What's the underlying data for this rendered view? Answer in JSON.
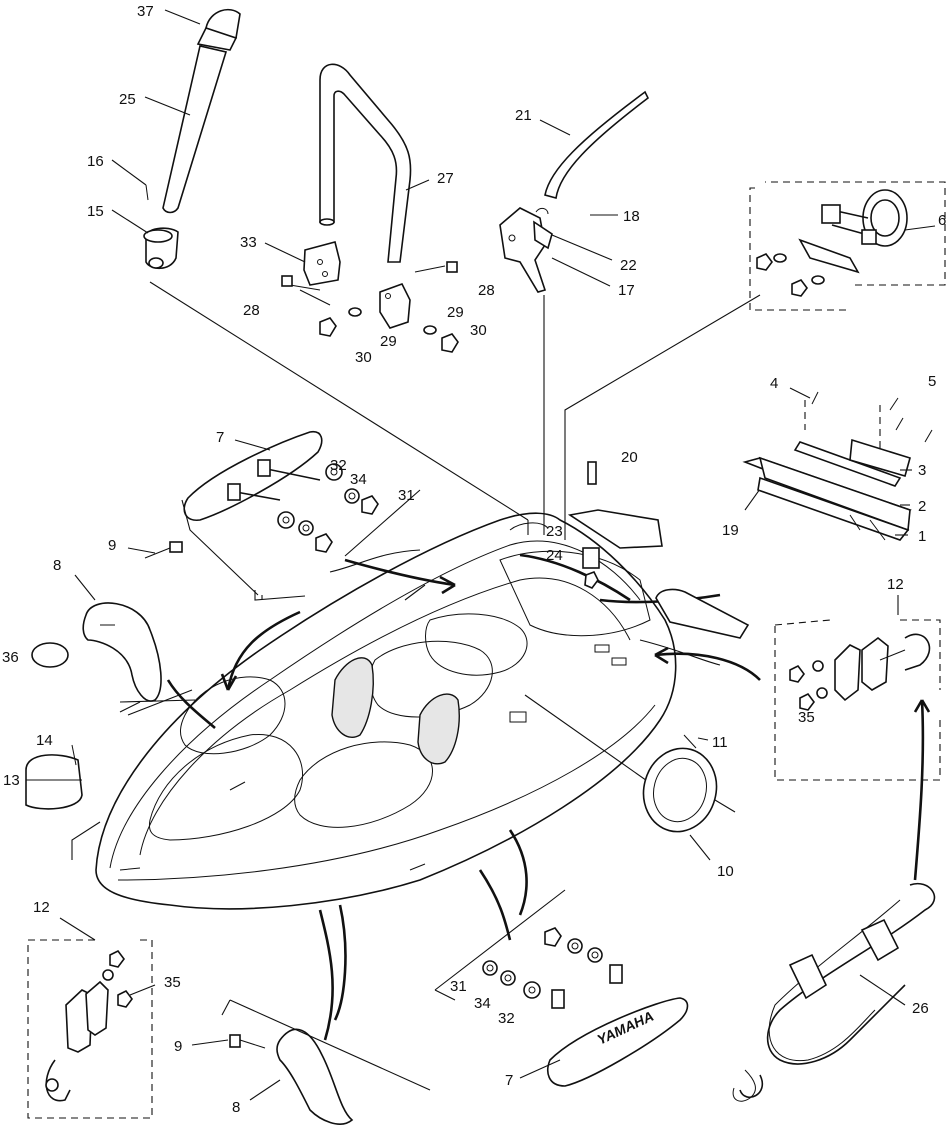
{
  "diagram": {
    "callouts": {
      "c1": "1",
      "c2": "2",
      "c3": "3",
      "c4": "4",
      "c5": "5",
      "c6": "6",
      "c7a": "7",
      "c7b": "7",
      "c8a": "8",
      "c8b": "8",
      "c9a": "9",
      "c9b": "9",
      "c10": "10",
      "c11": "11",
      "c12a": "12",
      "c12b": "12",
      "c13": "13",
      "c14": "14",
      "c15": "15",
      "c16": "16",
      "c17": "17",
      "c18": "18",
      "c19": "19",
      "c20": "20",
      "c21": "21",
      "c22": "22",
      "c23": "23",
      "c24": "24",
      "c25": "25",
      "c26": "26",
      "c27": "27",
      "c28a": "28",
      "c28b": "28",
      "c29a": "29",
      "c29b": "29",
      "c30a": "30",
      "c30b": "30",
      "c31a": "31",
      "c31b": "31",
      "c32a": "32",
      "c32b": "32",
      "c33": "33",
      "c34a": "34",
      "c34b": "34",
      "c35a": "35",
      "c35b": "35",
      "c36": "36",
      "c37": "37"
    },
    "cleat_logo": "YAMAHA"
  }
}
